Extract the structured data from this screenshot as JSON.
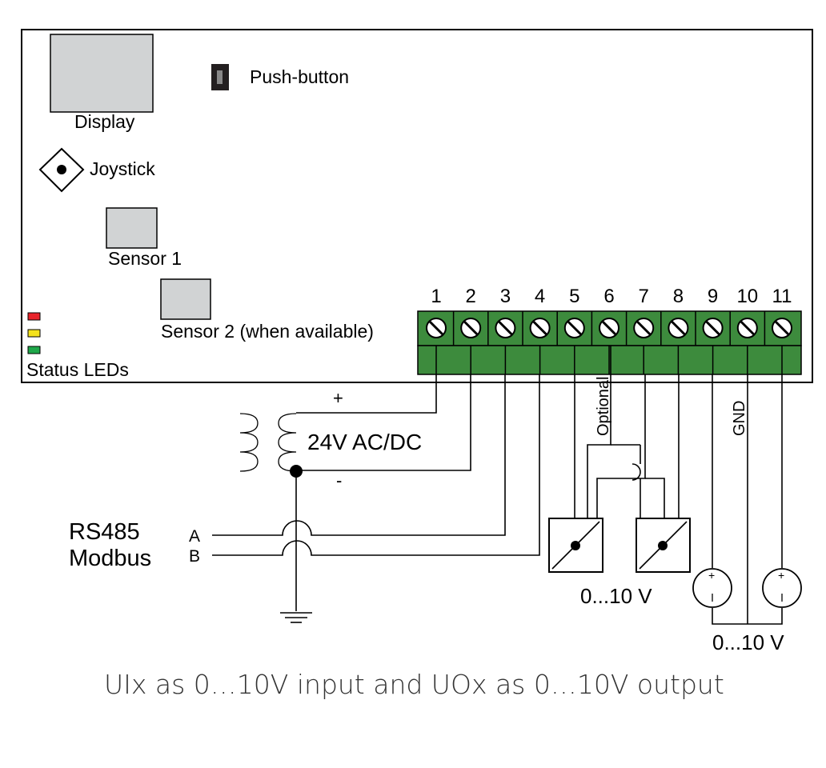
{
  "board": {
    "display_label": "Display",
    "push_button_label": "Push-button",
    "joystick_label": "Joystick",
    "sensor1_label": "Sensor 1",
    "sensor2_label": "Sensor 2 (when available)",
    "status_leds_label": "Status LEDs",
    "led_colors": [
      "#e8232a",
      "#f4e21c",
      "#1fa84a"
    ]
  },
  "terminals": {
    "numbers": [
      "1",
      "2",
      "3",
      "4",
      "5",
      "6",
      "7",
      "8",
      "9",
      "10",
      "11"
    ],
    "block_color": "#3d8b3d"
  },
  "wiring": {
    "plus_label": "+",
    "minus_label": "-",
    "supply_label": "24V AC/DC",
    "rs485_line1": "RS485",
    "rs485_line2": "Modbus",
    "a_label": "A",
    "b_label": "B",
    "optional_label": "Optional",
    "gnd_label": "GND",
    "inputs_label": "0...10 V",
    "outputs_label": "0...10 V"
  },
  "caption": "UIx as 0…10V input and UOx as 0…10V output"
}
